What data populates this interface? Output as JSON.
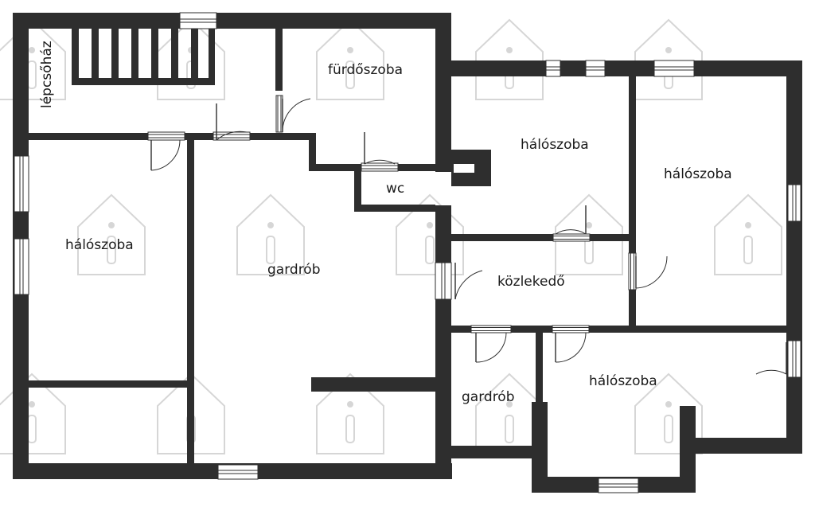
{
  "floor_plan": {
    "rooms": {
      "stairwell": "lépcsőház",
      "bathroom": "fürdőszoba",
      "wc": "wc",
      "bedroom_center": "hálószoba",
      "bedroom_right": "hálószoba",
      "bedroom_left": "hálószoba",
      "wardrobe_large": "gardrób",
      "hallway": "közlekedő",
      "wardrobe_small": "gardrób",
      "bedroom_bottom": "hálószoba"
    },
    "colors": {
      "wall": "#2e2e2e",
      "watermark": "#d6d6d6"
    },
    "watermark_icon": "house-info-icon"
  }
}
